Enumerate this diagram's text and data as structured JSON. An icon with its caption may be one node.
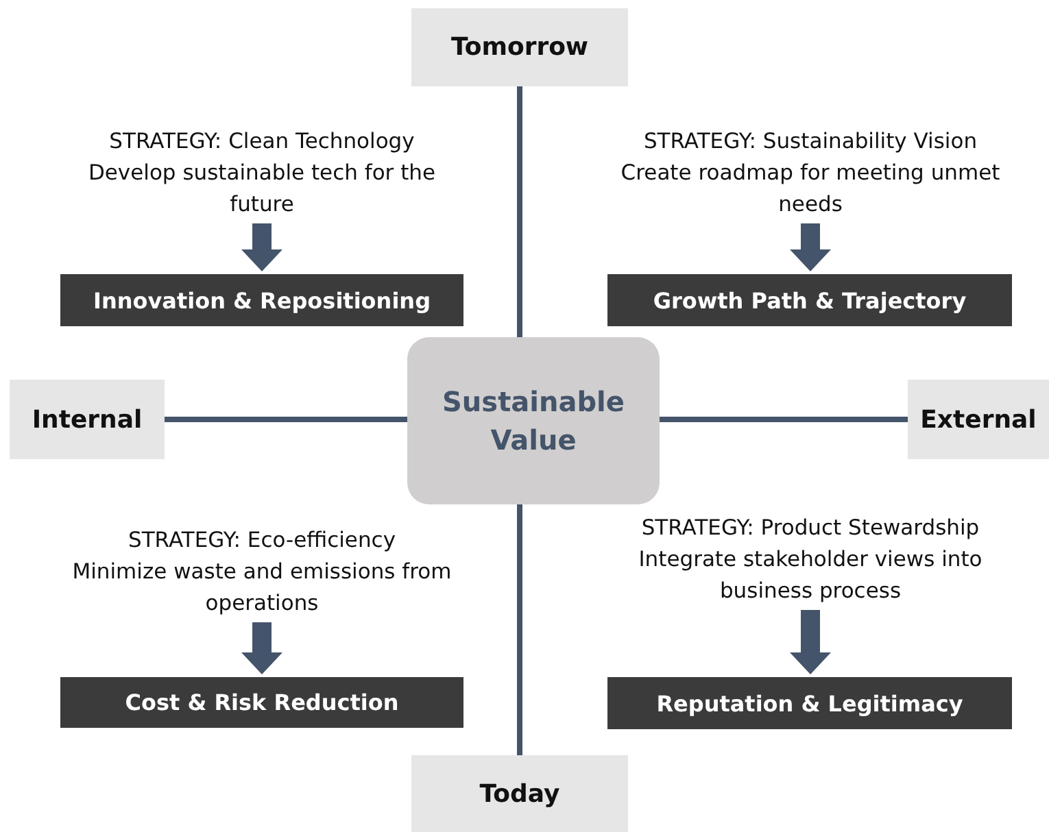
{
  "diagram": {
    "nodes": [
      {
        "text": [
          "Tomorrow"
        ]
      },
      {
        "text": [
          "Internal"
        ]
      },
      {
        "text": [
          "Sustainable Value"
        ]
      },
      {
        "text": [
          "External"
        ]
      },
      {
        "text": [
          "Today"
        ]
      },
      {
        "text": [
          "STRATEGY: Clean Technology",
          "Develop sustainable tech for the future"
        ]
      },
      {
        "text": [
          "Innovation & Repositioning"
        ]
      },
      {
        "text": [
          "STRATEGY: Sustainability Vision",
          "Create roadmap for meeting unmet needs"
        ]
      },
      {
        "text": [
          "Growth Path & Trajectory"
        ]
      },
      {
        "text": [
          "STRATEGY: Eco-efficiency",
          "Minimize waste and emissions from operations"
        ]
      },
      {
        "text": [
          "Cost & Risk Reduction"
        ]
      },
      {
        "text": [
          "STRATEGY: Product Stewardship",
          "Integrate stakeholder views into business process"
        ]
      },
      {
        "text": [
          "Reputation & Legitimacy"
        ]
      }
    ],
    "edges": [
      {
        "from": 2,
        "to": 0,
        "arrow": "none"
      },
      {
        "from": 2,
        "to": 1,
        "arrow": "none"
      },
      {
        "from": 2,
        "to": 3,
        "arrow": "none"
      },
      {
        "from": 2,
        "to": 4,
        "arrow": "none"
      },
      {
        "from": 5,
        "to": 6,
        "arrow": "to",
        "style": "thick"
      },
      {
        "from": 7,
        "to": 8,
        "arrow": "to",
        "style": "thick"
      },
      {
        "from": 9,
        "to": 10,
        "arrow": "to",
        "style": "thick"
      },
      {
        "from": 11,
        "to": 12,
        "arrow": "to",
        "style": "thick"
      }
    ]
  }
}
